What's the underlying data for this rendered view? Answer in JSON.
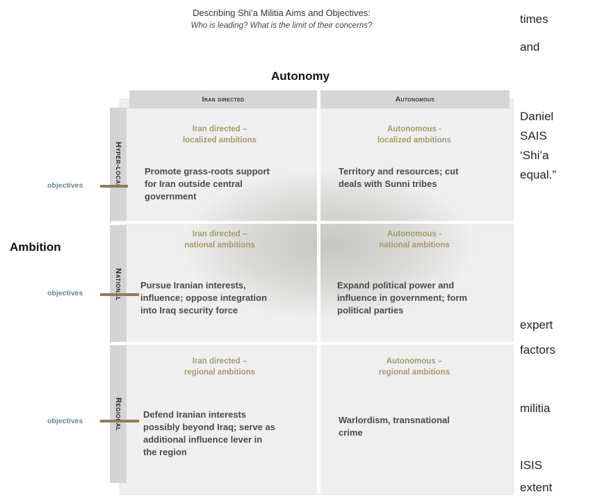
{
  "title": "Describing Shi’a Militia Aims and Objectives:",
  "subtitle": "Who is leading? What is the limit of their concerns?",
  "axis": {
    "top": "Autonomy",
    "left": "Ambition"
  },
  "columns": [
    "Iran directed",
    "Autonomous"
  ],
  "rows": [
    "Hyper-local",
    "National",
    "Regional"
  ],
  "objectives_label": "objectives",
  "cells": [
    {
      "head1": "Iran directed –",
      "head2": "localized ambitions",
      "body": [
        "Promote grass-roots support",
        "for Iran outside central",
        "government"
      ]
    },
    {
      "head1": "Autonomous -",
      "head2": "localized ambitions",
      "body": [
        "Territory and resources; cut",
        "deals with Sunni tribes"
      ]
    },
    {
      "head1": "Iran directed –",
      "head2": "national ambitions",
      "body": [
        "Pursue Iranian interests,",
        "influence; oppose integration",
        "into Iraq security force"
      ]
    },
    {
      "head1": "Autonomous -",
      "head2": "national ambitions",
      "body": [
        "Expand political power and",
        "influence in government; form",
        "political parties"
      ]
    },
    {
      "head1": "Iran directed –",
      "head2": "regional ambitions",
      "body": [
        "Defend Iranian interests",
        "possibly beyond Iraq; serve as",
        "additional influence lever in",
        "the region"
      ]
    },
    {
      "head1": "Autonomous –",
      "head2": "regional ambitions",
      "body": [
        "Warlordism, transnational",
        "crime"
      ]
    }
  ],
  "side_text": [
    "times",
    "and",
    "Daniel",
    "SAIS",
    "‘Shi’a",
    "equal.”",
    "expert",
    "factors",
    "militia",
    "ISIS",
    "extent"
  ]
}
